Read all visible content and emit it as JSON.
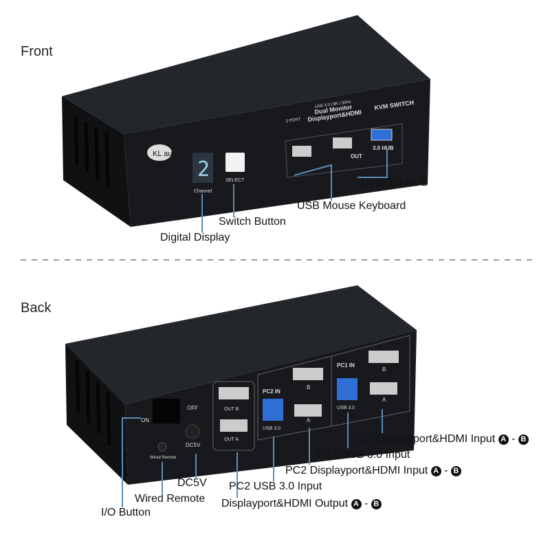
{
  "sections": {
    "front": "Front",
    "back": "Back"
  },
  "front_device": {
    "logo": "KL au",
    "digit": "2",
    "channel_label": "Channel",
    "select_label": "SELECT",
    "badges": "USB 3.0 | 8K | 30Hz",
    "title_line1": "Dual Monitor",
    "title_line2": "Displayport&HDMI",
    "title_kvm": "KVM SWITCH",
    "port_mark": "2 PORT",
    "out_label": "OUT",
    "hub_label": "3.0 HUB"
  },
  "back_device": {
    "on": "ON",
    "off": "OFF",
    "wired_remote": "Wired Remote",
    "dc5v": "DC5V",
    "out_b": "OUT B",
    "out_a": "OUT A",
    "pc2_in": "PC2 IN",
    "pc1_in": "PC1 IN",
    "usb30": "USB 3.0",
    "port_a": "A",
    "port_b": "B"
  },
  "front_callouts": {
    "usb_hub": "USB 3.0 HUB",
    "usb_mouse_keyboard": "USB Mouse Keyboard",
    "switch_button": "Switch Button",
    "digital_display": "Digital Display"
  },
  "back_callouts": {
    "pc1_dp_hdmi": "PC1 Displayport&HDMI Input",
    "pc1_usb": "PC1 USB 3.0 Input",
    "pc2_dp_hdmi": "PC2 Displayport&HDMI Input",
    "pc2_usb": "PC2 USB 3.0 Input",
    "output": "Displayport&HDMI Output",
    "dc5v": "DC5V",
    "wired_remote": "Wired Remote",
    "io_button": "I/O Button",
    "a": "A",
    "b": "B",
    "dash": " - "
  },
  "colors": {
    "accent_line": "#5b8db8",
    "device": "#15171a",
    "usb_blue": "#2f6fd6"
  }
}
